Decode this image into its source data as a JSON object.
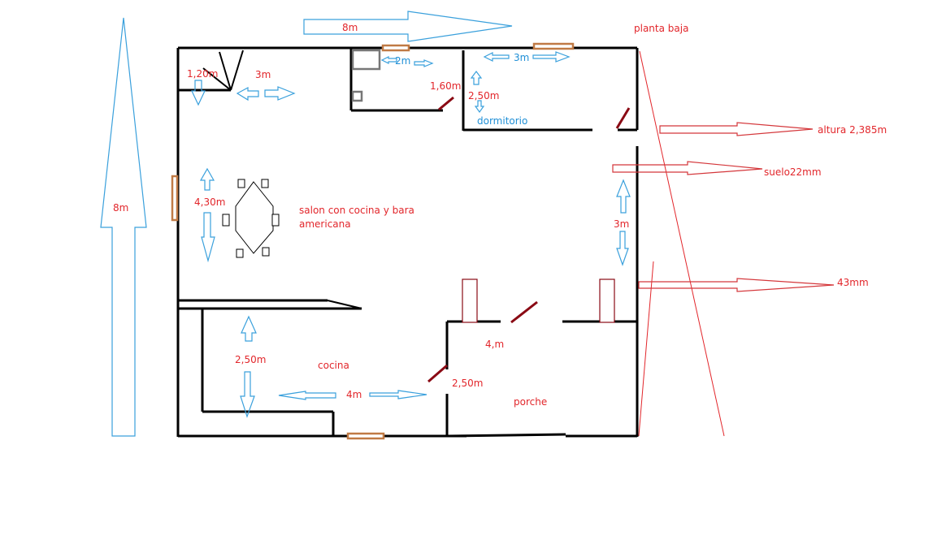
{
  "plan": {
    "title": "planta baja",
    "labels": {
      "total_height": "8m",
      "total_width": "8m",
      "entry_120": "1,20m",
      "entry_3m": "3m",
      "bath_2m": "2m",
      "bath_160": "1,60m",
      "bed_3m": "3m",
      "bed_250": "2,50m",
      "bedroom": "dormitorio",
      "salon_430": "4,30m",
      "salon": "salon con cocina y bara americana",
      "right_3m": "3m",
      "kitchen_250": "2,50m",
      "kitchen": "cocina",
      "kitchen_4m": "4m",
      "porch_4m": "4,m",
      "porch_250": "2,50m",
      "porch": "porche"
    },
    "notes": {
      "ceiling_height": "altura 2,385m",
      "floor": "suelo22mm",
      "wall": "43mm"
    }
  }
}
